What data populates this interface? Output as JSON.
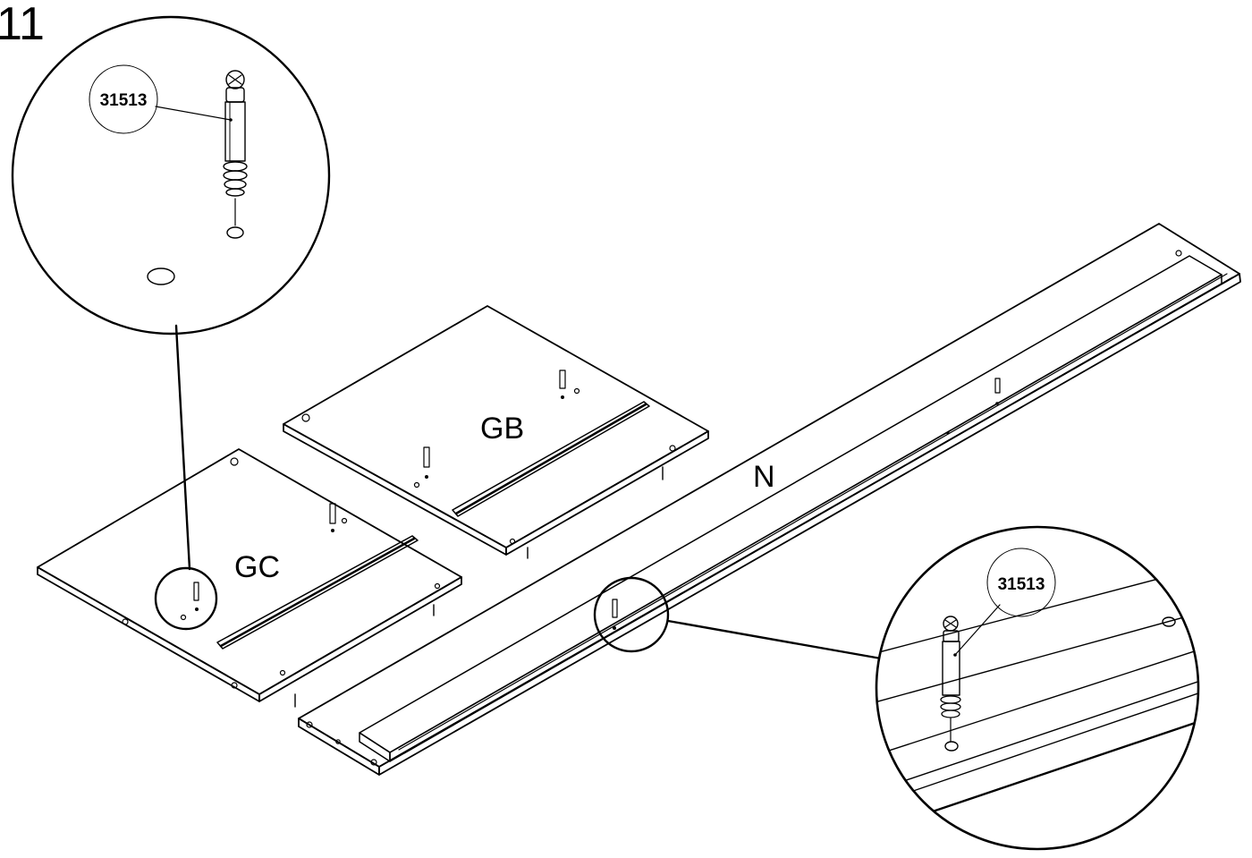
{
  "step": {
    "number": "11"
  },
  "parts": {
    "gb": "GB",
    "gc": "GC",
    "n": "N"
  },
  "callouts": {
    "top": {
      "part_code": "31513"
    },
    "bottom": {
      "part_code": "31513"
    }
  }
}
